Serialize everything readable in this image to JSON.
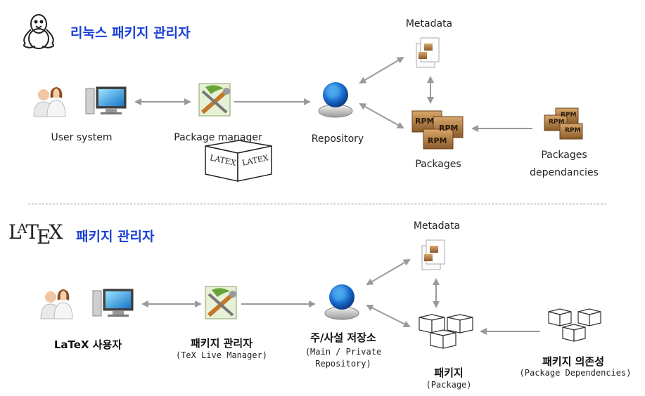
{
  "top": {
    "title": "리눅스 패키지 관리자",
    "labels": {
      "user_system": "User system",
      "package_manager": "Package manager",
      "repository": "Repository",
      "metadata": "Metadata",
      "packages": "Packages",
      "deps_line1": "Packages",
      "deps_line2": "dependancies"
    },
    "rpm_text": "RPM",
    "cube_text": "LATEX"
  },
  "bottom": {
    "title": "패키지 관리자",
    "logo": {
      "l": "L",
      "a": "A",
      "t": "T",
      "e": "E",
      "x": "X"
    },
    "labels": {
      "user": "LaTeX 사용자",
      "manager": "패키지 관리자",
      "manager_sub": "(TeX Live Manager)",
      "repo": "주/사설 저장소",
      "repo_sub1": "(Main / Private",
      "repo_sub2": "Repository)",
      "metadata": "Metadata",
      "package": "패키지",
      "package_sub": "(Package)",
      "deps": "패키지 의존성",
      "deps_sub": "(Package Dependencies)"
    }
  },
  "colors": {
    "title": "#1a3fd6",
    "arrow": "#999999"
  }
}
